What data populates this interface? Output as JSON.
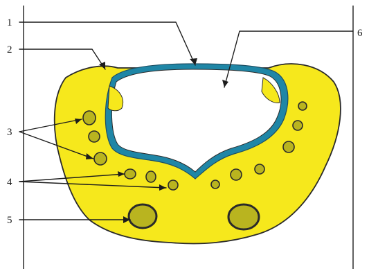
{
  "callouts": [
    {
      "id": "1",
      "label": "1"
    },
    {
      "id": "2",
      "label": "2"
    },
    {
      "id": "3",
      "label": "3"
    },
    {
      "id": "4",
      "label": "4"
    },
    {
      "id": "5",
      "label": "5"
    },
    {
      "id": "6",
      "label": "6"
    }
  ],
  "colors": {
    "body_fill": "#f6e81c",
    "body_outline": "#2a2a2a",
    "lining_fill": "#1f86a6",
    "lining_inner": "#ffffff",
    "nodule_fill": "#b9b41f",
    "nodule_outline": "#2a2a2a",
    "line": "#1c1c1c"
  }
}
